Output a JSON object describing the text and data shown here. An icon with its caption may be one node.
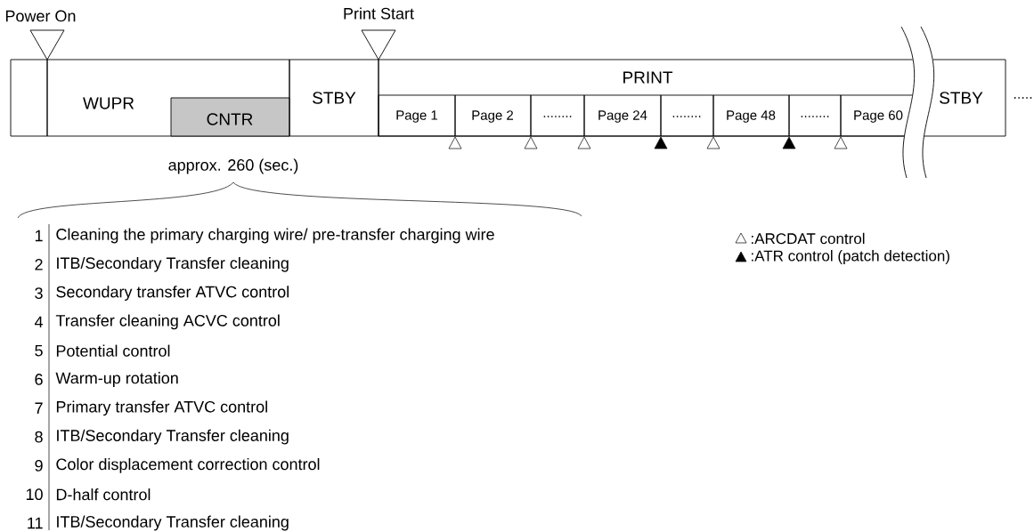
{
  "diagram": {
    "nodes": [
      {
        "text": [],
        "shape": "box"
      },
      {
        "text": [
          "WUPR"
        ]
      },
      {
        "text": [
          "CNTR"
        ],
        "in": 1
      },
      {
        "text": [
          "STBY"
        ]
      },
      {
        "text": [
          "PRINT"
        ]
      },
      {
        "text": [
          "Page 1"
        ],
        "in": 4
      },
      {
        "text": [
          "Page 2"
        ],
        "in": 4
      },
      {
        "text": [
          "........"
        ],
        "in": 4
      },
      {
        "text": [
          "Page 24"
        ],
        "in": 4
      },
      {
        "text": [
          "........"
        ],
        "in": 4
      },
      {
        "text": [
          "Page 48"
        ],
        "in": 4
      },
      {
        "text": [
          "........"
        ],
        "in": 4
      },
      {
        "text": [
          "Page 60"
        ],
        "in": 4
      },
      {
        "text": [
          "STBY"
        ],
        "beside": [
          "....."
        ]
      }
    ],
    "labels": [
      "Power On",
      "Print Start",
      "approx. 260 (sec.)",
      "1",
      "Cleaning the primary charging wire/ pre-transfer charging wire",
      "2",
      "ITB/Secondary Transfer cleaning",
      "3",
      "Secondary transfer ATVC control",
      "4",
      "Transfer cleaning ACVC control",
      "5",
      "Potential control",
      "6",
      "Warm-up rotation",
      "7",
      "Primary transfer ATVC control",
      "8",
      "ITB/Secondary Transfer cleaning",
      "9",
      "Color displacement correction control",
      "10",
      "D-half control",
      "11",
      "ITB/Secondary Transfer cleaning"
    ],
    "legend": [
      {
        "text": ":ARCDAT control"
      },
      {
        "text": ":ATR control (patch detection)"
      }
    ]
  }
}
